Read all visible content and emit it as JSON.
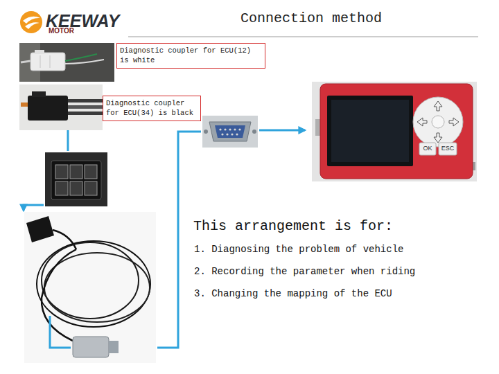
{
  "diagram": {
    "title": "Connection method",
    "nodes": [
      {
        "text": [
          "Diagnostic coupler for ECU(12) is white"
        ]
      },
      {
        "text": [
          "Diagnostic coupler for ECU(34) is black"
        ]
      }
    ],
    "labels": [
      "KEEWAY",
      "MOTOR",
      "OK",
      "ESC",
      "This arrangement is for:",
      "1. Diagnosing the problem of vehicle",
      "2. Recording the parameter when riding",
      "3. Changing the mapping of the ECU"
    ]
  }
}
